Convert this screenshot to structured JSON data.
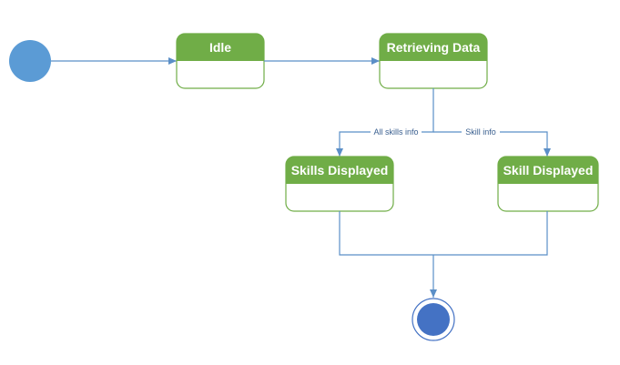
{
  "states": {
    "idle": {
      "title": "Idle"
    },
    "retrieving": {
      "title": "Retrieving Data"
    },
    "skills_displayed": {
      "title": "Skills Displayed"
    },
    "skill_displayed": {
      "title": "Skill Displayed"
    }
  },
  "transitions": {
    "all_skills_label": "All skills info",
    "skill_label": "Skill info"
  },
  "colors": {
    "initial_node": "#5b9bd5",
    "final_node": "#4472c4",
    "state_header": "#70ad47",
    "state_border": "#70ad47",
    "connector": "#5b8fc7"
  }
}
